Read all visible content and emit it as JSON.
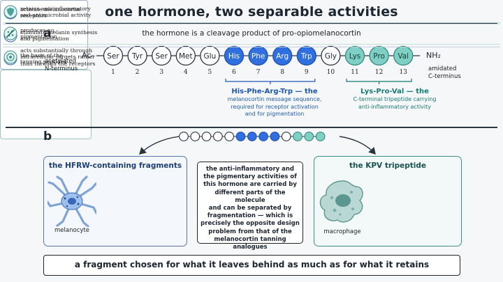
{
  "title": "one hormone, two separable activities",
  "panel_a": {
    "letter": "a",
    "subtitle": "the hormone is a cleavage product of pro-opiomelanocortin",
    "n_terminus": [
      "acetylated",
      "N-terminus"
    ],
    "c_terminus": [
      "amidated",
      "C-terminus"
    ],
    "ac_label": "Ac-",
    "nh2_label": "NH₂",
    "residues": [
      {
        "name": "Ser",
        "pos": "1",
        "group": "plain"
      },
      {
        "name": "Tyr",
        "pos": "2",
        "group": "plain"
      },
      {
        "name": "Ser",
        "pos": "3",
        "group": "plain"
      },
      {
        "name": "Met",
        "pos": "4",
        "group": "plain"
      },
      {
        "name": "Glu",
        "pos": "5",
        "group": "plain"
      },
      {
        "name": "His",
        "pos": "6",
        "group": "hfrw"
      },
      {
        "name": "Phe",
        "pos": "7",
        "group": "hfrw"
      },
      {
        "name": "Arg",
        "pos": "8",
        "group": "hfrw"
      },
      {
        "name": "Trp",
        "pos": "9",
        "group": "hfrw"
      },
      {
        "name": "Gly",
        "pos": "10",
        "group": "plain"
      },
      {
        "name": "Lys",
        "pos": "11",
        "group": "kpv"
      },
      {
        "name": "Pro",
        "pos": "12",
        "group": "kpv"
      },
      {
        "name": "Val",
        "pos": "13",
        "group": "kpv"
      }
    ],
    "hfrw_note": {
      "heading": "His-Phe-Arg-Trp — the",
      "lines": [
        "melanocortin message sequence,",
        "required for receptor activation",
        "and for pigmentation"
      ]
    },
    "kpv_note": {
      "heading": "Lys-Pro-Val — the",
      "lines": [
        "C-terminal tripeptide carrying",
        "anti-inflammatory activity"
      ]
    }
  },
  "panel_b": {
    "letter": "b",
    "left_box": {
      "title": "the HFRW-containing fragments",
      "cell_label": "melanocyte",
      "rows": [
        {
          "icon": "receptor-icon",
          "text": [
            "activate melanocortin",
            "receptors"
          ]
        },
        {
          "icon": "granules-icon",
          "text": [
            "stimulate melanin synthesis",
            "and pigmentation"
          ]
        },
        {
          "icon": "sun-icon",
          "text": [
            "the basis of the",
            "tanning peptides"
          ]
        }
      ]
    },
    "center_text": [
      "the anti-inflammatory and",
      "the pigmentary activities of",
      "this hormone are carried by",
      "different parts of the molecule",
      "and can be separated by",
      "fragmentation — which is",
      "precisely the opposite design",
      "problem from that of the",
      "melanocortin tanning analogues"
    ],
    "right_box": {
      "title": "the KPV tripeptide",
      "cell_label": "macrophage",
      "rows": [
        {
          "icon": "shield-icon",
          "text": [
            "retains anti-inflammatory",
            "and antimicrobial activity"
          ]
        },
        {
          "icon": "no-pigment-icon",
          "text": [
            "produces no",
            "pigmentation"
          ]
        },
        {
          "icon": "intracellular-target-icon",
          "text": [
            "acts substantially through",
            "intracellular targets rather",
            "than through the receptors"
          ]
        }
      ]
    },
    "bottom_text": "a fragment chosen for what it leaves behind as much as for what it retains"
  },
  "colors": {
    "hfrw_fill": "#2f6fe0",
    "kpv_fill": "#7fcfc4",
    "plain_fill": "#ffffff",
    "hfrw_text": "#1d56b0",
    "kpv_text": "#177a74"
  }
}
